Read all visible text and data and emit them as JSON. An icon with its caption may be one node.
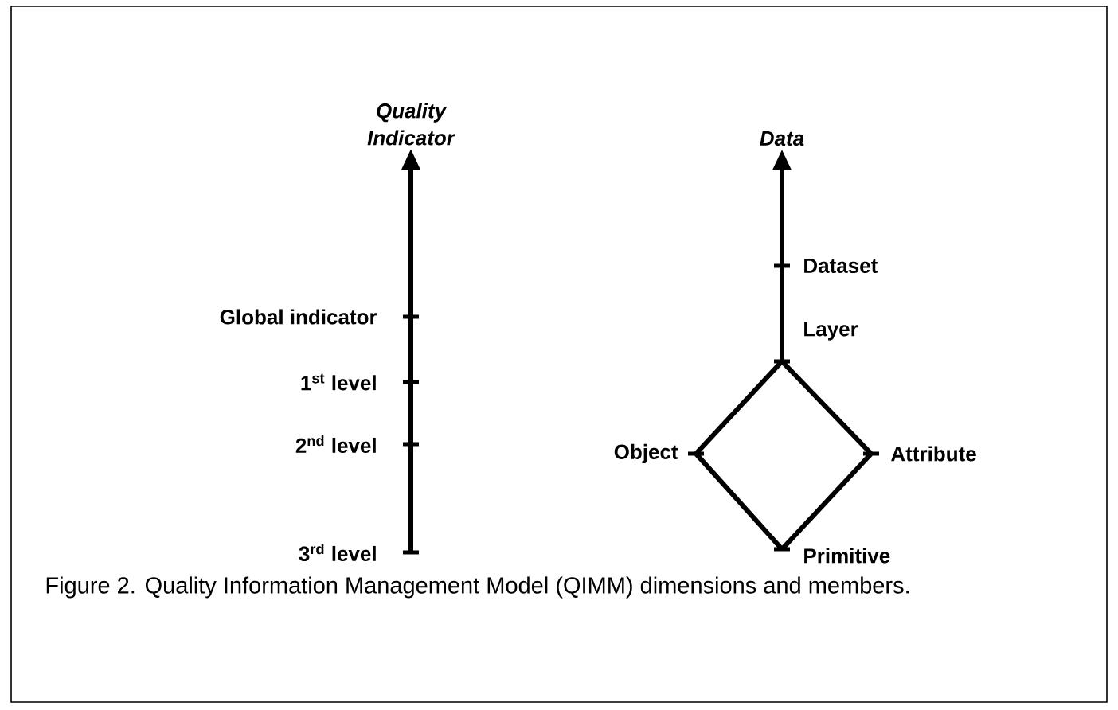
{
  "diagram": {
    "caption": "Figure 2. Quality Information Management Model (QIMM) dimensions and members.",
    "nodes": [
      {
        "text": [
          "Quality Indicator"
        ]
      },
      {
        "text": [
          "Global indicator"
        ]
      },
      {
        "text": [
          "1$^{st}$ level"
        ]
      },
      {
        "text": [
          "2$^{nd}$ level"
        ]
      },
      {
        "text": [
          "3$^{rd}$ level"
        ]
      },
      {
        "text": [
          "Data"
        ]
      },
      {
        "text": [
          "Dataset"
        ]
      },
      {
        "text": [
          "Layer"
        ]
      },
      {
        "text": [
          "Object"
        ]
      },
      {
        "text": [
          "Attribute"
        ]
      },
      {
        "text": [
          "Primitive"
        ]
      }
    ],
    "edges": [
      {
        "from": 4,
        "to": 3,
        "arrow": "none"
      },
      {
        "from": 3,
        "to": 2,
        "arrow": "none"
      },
      {
        "from": 2,
        "to": 1,
        "arrow": "none"
      },
      {
        "from": 1,
        "to": 0,
        "arrow": "to"
      },
      {
        "from": 10,
        "to": 8,
        "arrow": "none"
      },
      {
        "from": 10,
        "to": 9,
        "arrow": "none"
      },
      {
        "from": 8,
        "to": 7,
        "arrow": "none"
      },
      {
        "from": 9,
        "to": 7,
        "arrow": "none"
      },
      {
        "from": 7,
        "to": 6,
        "arrow": "none"
      },
      {
        "from": 6,
        "to": 5,
        "arrow": "to"
      }
    ]
  }
}
